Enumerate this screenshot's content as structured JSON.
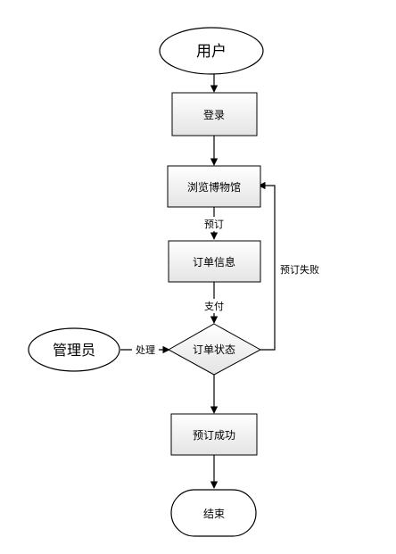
{
  "diagram": {
    "nodes": {
      "user": "用户",
      "login": "登录",
      "browse": "浏览博物馆",
      "order_info": "订单信息",
      "order_status": "订单状态",
      "admin": "管理员",
      "success": "预订成功",
      "end": "结束"
    },
    "edges": {
      "reserve": "预订",
      "pay": "支付",
      "process": "处理",
      "reserve_fail": "预订失败"
    }
  },
  "colors": {
    "node_fill_top": "#ffffff",
    "node_fill_bottom": "#e6e6e6",
    "stroke": "#000000"
  }
}
